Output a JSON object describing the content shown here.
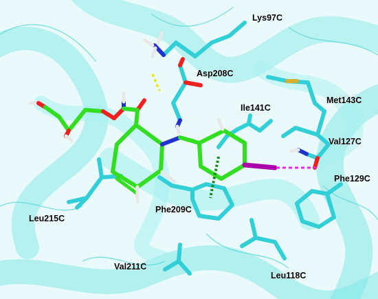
{
  "labels": {
    "lys97c": "Lys97C",
    "asp208c": "Asp208C",
    "met143c": "Met143C",
    "ile141c": "Ile141C",
    "val127c": "Val127C",
    "phe129c": "Phe129C",
    "leu215c": "Leu215C",
    "phe209c": "Phe209C",
    "val211c": "Val211C",
    "leu118c": "Leu118C"
  },
  "colors": {
    "protein_ribbon": "#40e0e0",
    "residue_carbon": "#33cfd6",
    "ligand_carbon": "#33dd22",
    "oxygen": "#ee2020",
    "nitrogen": "#2233cc",
    "hydrogen": "#e8e8e8",
    "sulfur": "#d4b030",
    "iodine": "#aa00aa",
    "hbond": "#e8e800",
    "halogen_bond": "#ee22ee",
    "pi_stack": "#118811"
  }
}
